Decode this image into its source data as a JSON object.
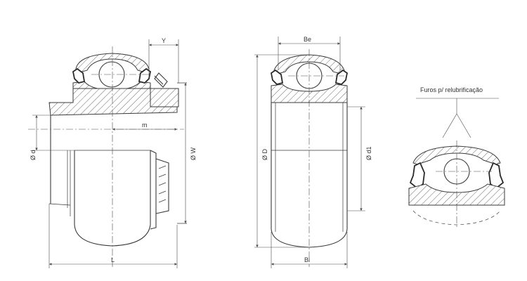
{
  "labels": {
    "y": "Y",
    "be": "Be",
    "m": "m",
    "d": "Ø d",
    "w": "Ø W",
    "big_d": "Ø D",
    "d1": "Ø d1",
    "l": "L",
    "bi": "Bi",
    "note": "Furos p/ relubrificação"
  },
  "colors": {
    "line": "#3a3a3a",
    "background": "#ffffff"
  }
}
